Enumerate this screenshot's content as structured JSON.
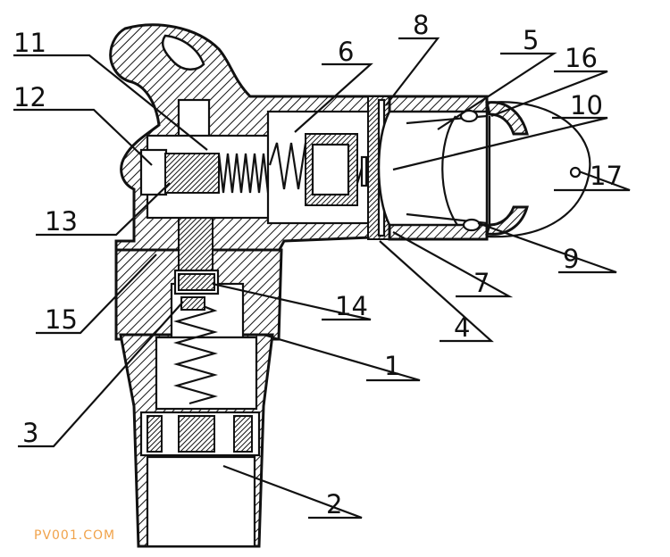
{
  "diagram": {
    "part_numbers": [
      "1",
      "2",
      "3",
      "4",
      "5",
      "6",
      "7",
      "8",
      "9",
      "10",
      "11",
      "12",
      "13",
      "14",
      "15",
      "16",
      "17"
    ]
  },
  "watermark": "PV001.COM",
  "colors": {
    "ink": "#111111",
    "watermark": "#f0a24a",
    "background": "#ffffff"
  }
}
